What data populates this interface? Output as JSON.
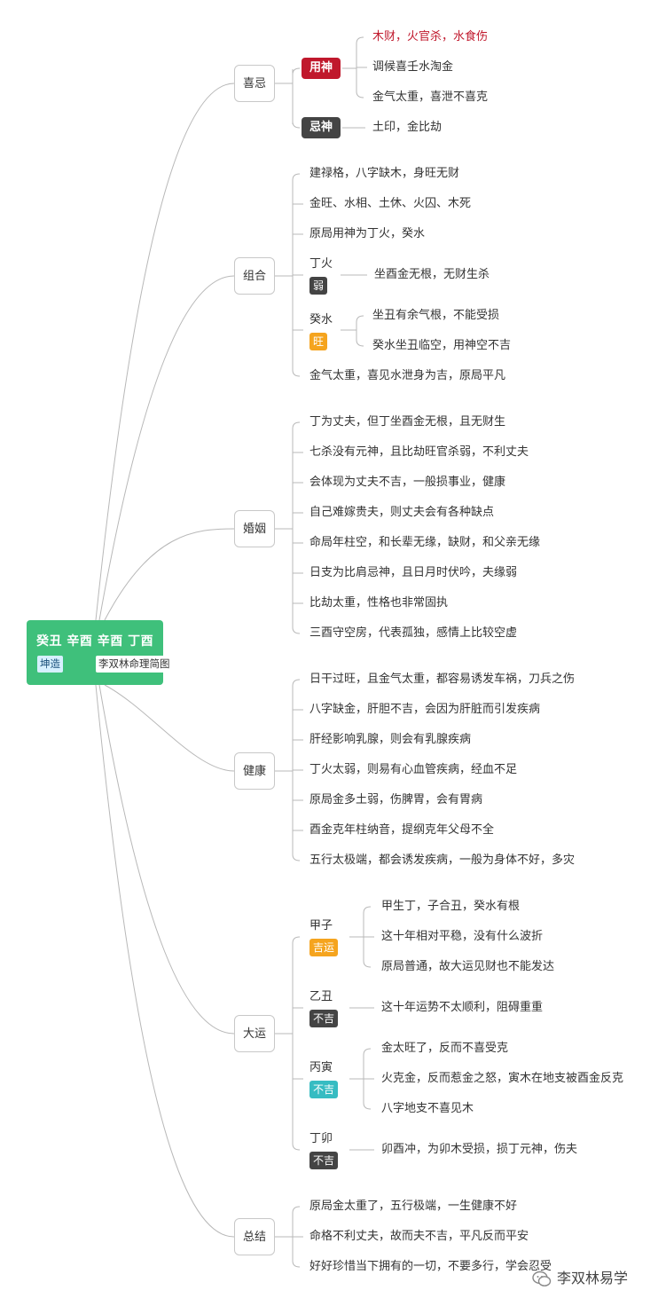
{
  "root": {
    "title": "癸丑 辛酉 辛酉 丁酉",
    "tag_gender": "坤造",
    "tag_author": "李双林命理简图"
  },
  "sections": {
    "xiji": {
      "label": "喜忌",
      "yongshen": {
        "badge": "用神",
        "items": [
          "木财，火官杀，水食伤",
          "调候喜壬水淘金",
          "金气太重，喜泄不喜克"
        ]
      },
      "jishen": {
        "badge": "忌神",
        "items": [
          "土印，金比劫"
        ]
      }
    },
    "zuhe": {
      "label": "组合",
      "items_top": [
        "建禄格，八字缺木，身旺无财",
        "金旺、水相、土休、火囚、木死",
        "原局用神为丁火，癸水"
      ],
      "dinghuo": {
        "name": "丁火",
        "badge": "弱",
        "items": [
          "坐酉金无根，无财生杀"
        ]
      },
      "guishui": {
        "name": "癸水",
        "badge": "旺",
        "items": [
          "坐丑有余气根，不能受损",
          "癸水坐丑临空，用神空不吉"
        ]
      },
      "items_bottom": [
        "金气太重，喜见水泄身为吉，原局平凡"
      ]
    },
    "hunyin": {
      "label": "婚姻",
      "items": [
        "丁为丈夫，但丁坐酉金无根，且无财生",
        "七杀没有元神，且比劫旺官杀弱，不利丈夫",
        "会体现为丈夫不吉，一般损事业，健康",
        "自己难嫁贵夫，则丈夫会有各种缺点",
        "命局年柱空，和长辈无缘，缺财，和父亲无缘",
        "日支为比肩忌神，且日月时伏吟，夫缘弱",
        "比劫太重，性格也非常固执",
        "三酉守空房，代表孤独，感情上比较空虚"
      ]
    },
    "jiankang": {
      "label": "健康",
      "items": [
        "日干过旺，且金气太重，都容易诱发车祸，刀兵之伤",
        "八字缺金，肝胆不吉，会因为肝脏而引发疾病",
        "肝经影响乳腺，则会有乳腺疾病",
        "丁火太弱，则易有心血管疾病，经血不足",
        "原局金多土弱，伤脾胃，会有胃病",
        "酉金克年柱纳音，提纲克年父母不全",
        "五行太极端，都会诱发疾病，一般为身体不好，多灾"
      ]
    },
    "dayun": {
      "label": "大运",
      "periods": [
        {
          "name": "甲子",
          "badge": "吉运",
          "items": [
            "甲生丁，子合丑，癸水有根",
            "这十年相对平稳，没有什么波折",
            "原局普通，故大运见财也不能发达"
          ]
        },
        {
          "name": "乙丑",
          "badge": "不吉",
          "items": [
            "这十年运势不太顺利，阻碍重重"
          ]
        },
        {
          "name": "丙寅",
          "badge": "不吉",
          "items": [
            "金太旺了，反而不喜受克",
            "火克金，反而惹金之怒，寅木在地支被酉金反克",
            "八字地支不喜见木"
          ]
        },
        {
          "name": "丁卯",
          "badge": "不吉",
          "items": [
            "卯酉冲，为卯木受损，损丁元神，伤夫"
          ]
        }
      ]
    },
    "zongjie": {
      "label": "总结",
      "items": [
        "原局金太重了，五行极端，一生健康不好",
        "命格不利丈夫，故而夫不吉，平凡反而平安",
        "好好珍惜当下拥有的一切，不要多行，学会忍受"
      ]
    }
  },
  "watermark": "李双林易学",
  "colors": {
    "root_green": "#3fc07b",
    "red": "#c0182c",
    "dark": "#444444",
    "orange": "#f5a41e",
    "teal": "#37bcc2",
    "line": "#b8b8b8"
  }
}
